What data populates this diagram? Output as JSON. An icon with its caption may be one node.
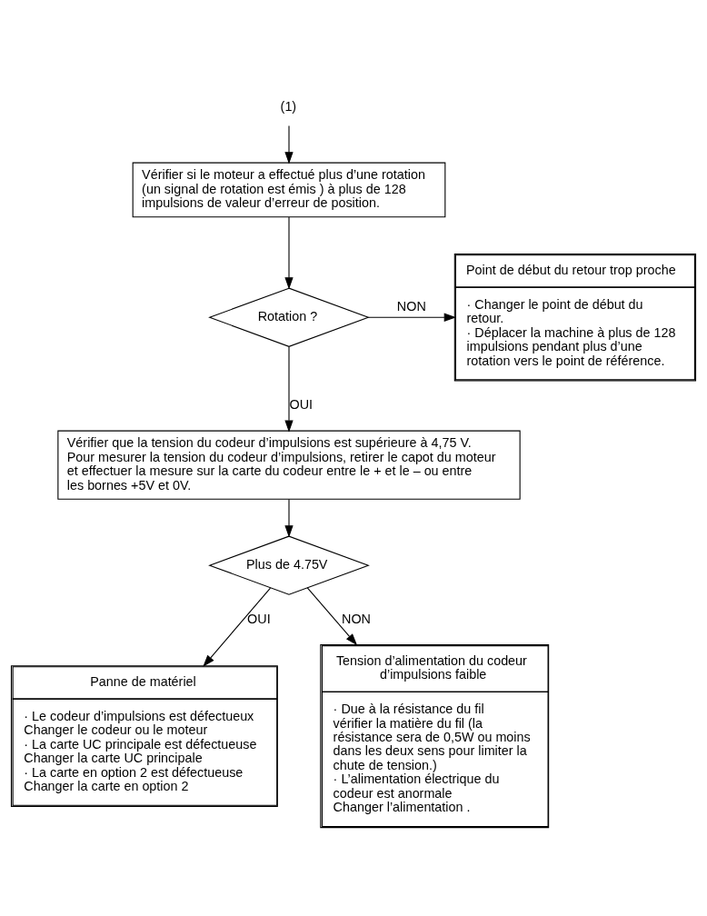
{
  "diagram": {
    "nodes": [
      {
        "text": [
          "(1)"
        ]
      },
      {
        "text": [
          "Vérifier si le moteur a effectué plus d’une rotation (un signal de rotation est émis ) à plus de 128 impulsions de valeur d’erreur de position."
        ]
      },
      {
        "text": [
          "Rotation ?"
        ]
      },
      {
        "text": [
          "Point de début du retour trop proche",
          "· Changer le point de début du retour.",
          "· Déplacer la machine à plus de 128 impulsions pendant plus d’une rotation vers le point de référence."
        ]
      },
      {
        "text": [
          "Vérifier que la tension du codeur d’impulsions est supérieure à 4,75 V. Pour mesurer la tension du codeur d’impulsions, retirer le capot du moteur et effectuer la mesure sur la carte du codeur entre le + et le – ou entre les bornes +5V et 0V."
        ]
      },
      {
        "text": [
          "Plus de 4.75V"
        ]
      },
      {
        "text": [
          "Panne de matériel",
          "· Le codeur d’impulsions est défectueux",
          "Changer le codeur ou le moteur",
          "· La carte UC principale est défectueuse",
          "Changer la carte UC principale",
          "· La carte en option 2 est défectueuse",
          "Changer la carte en option 2"
        ]
      },
      {
        "text": [
          "Tension d’alimentation du codeur d’impulsions faible",
          "· Due à la résistance du fil vérifier la matière du fil (la résistance sera de 0,5W ou moins dans les deux sens pour limiter la chute de tension.)",
          "· L’alimentation électrique du codeur est anormale",
          "Changer l’alimentation ."
        ]
      }
    ],
    "edges": [
      {
        "from": 0,
        "to": 1,
        "arrow": "to"
      },
      {
        "from": 1,
        "to": 2,
        "arrow": "to"
      },
      {
        "from": 2,
        "to": 3,
        "arrow": "to",
        "label": "NON"
      },
      {
        "from": 2,
        "to": 4,
        "arrow": "to",
        "label": "OUI"
      },
      {
        "from": 4,
        "to": 5,
        "arrow": "to"
      },
      {
        "from": 5,
        "to": 6,
        "arrow": "to",
        "label": "OUI"
      },
      {
        "from": 5,
        "to": 7,
        "arrow": "to",
        "label": "NON"
      }
    ]
  }
}
